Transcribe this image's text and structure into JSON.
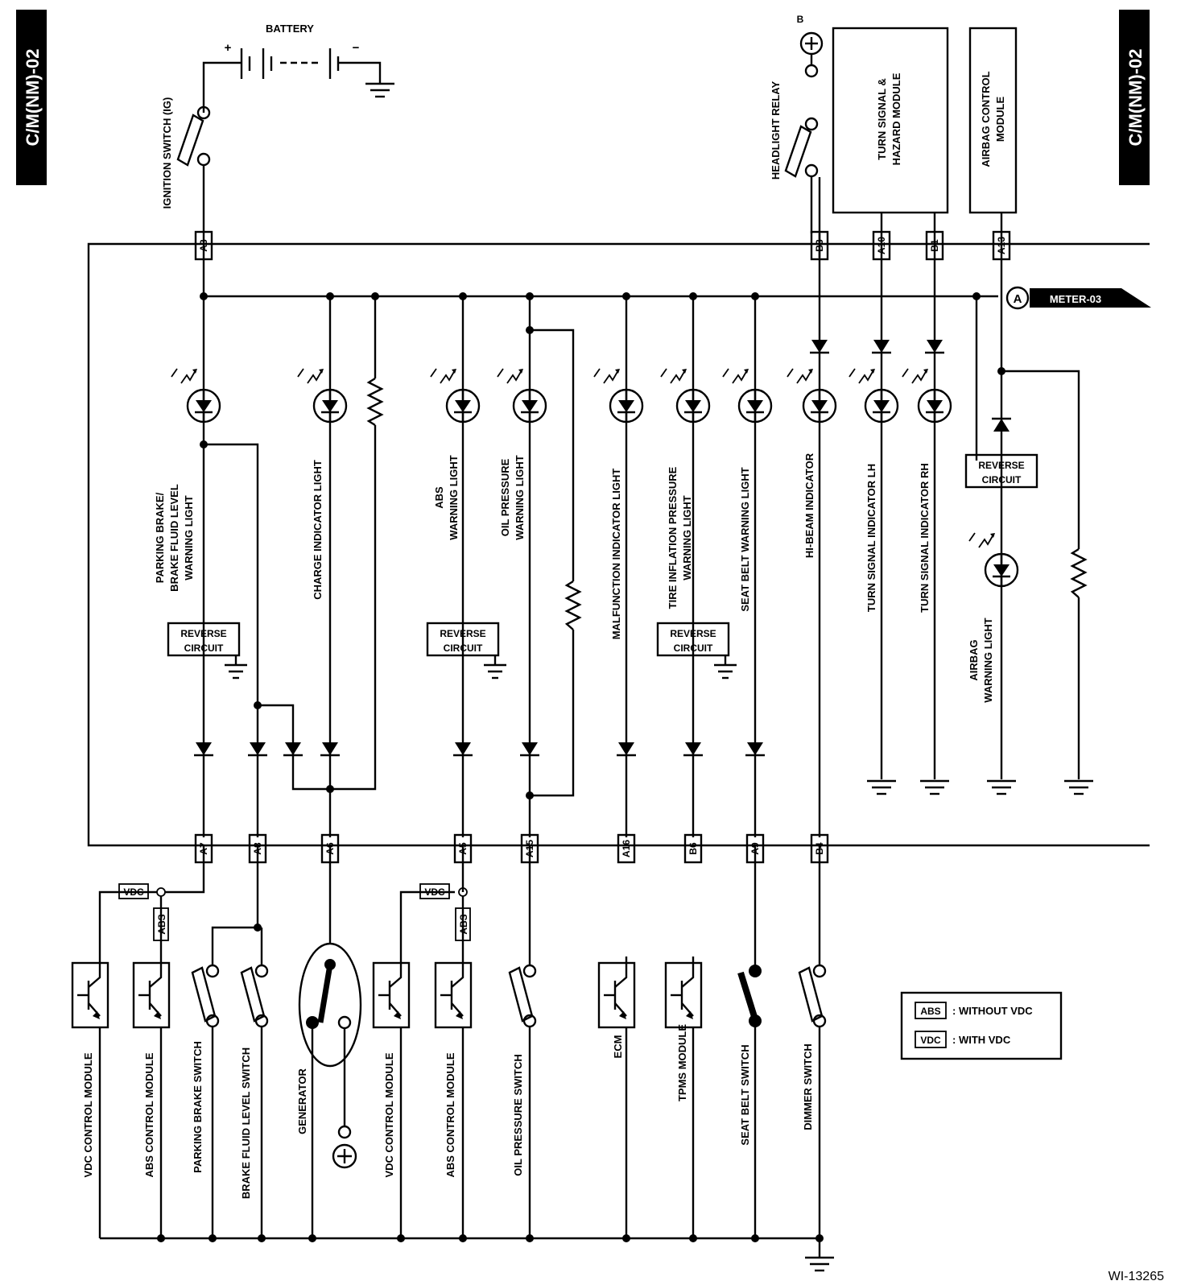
{
  "page": {
    "tab_left": "C/M(NM)-02",
    "tab_right": "C/M(NM)-02",
    "figure_id": "WI-13265"
  },
  "power": {
    "battery": "BATTERY",
    "ignition": "IGNITION SWITCH (IG)",
    "plus_sign": "+",
    "minus_sign": "−",
    "b_terminal": "B",
    "headlight_relay": "HEADLIGHT RELAY"
  },
  "modules": {
    "turn_signal": [
      "TURN SIGNAL &",
      "HAZARD MODULE"
    ],
    "airbag": [
      "AIRBAG CONTROL",
      "MODULE"
    ]
  },
  "reference": {
    "letter": "A",
    "label": "METER-03"
  },
  "connectors": {
    "top": [
      "A3",
      "B3",
      "A10",
      "B1",
      "A13"
    ],
    "bottom": [
      "A7",
      "A8",
      "A6",
      "A5",
      "A15",
      "A16",
      "B6",
      "A9",
      "B4"
    ]
  },
  "reverse_circuit": [
    "REVERSE",
    "CIRCUIT"
  ],
  "lights": [
    [
      "PARKING BRAKE/",
      "BRAKE FLUID LEVEL",
      "WARNING LIGHT"
    ],
    [
      "CHARGE INDICATOR LIGHT"
    ],
    [
      "ABS",
      "WARNING LIGHT"
    ],
    [
      "OIL PRESSURE",
      "WARNING LIGHT"
    ],
    [
      "MALFUNCTION INDICATOR LIGHT"
    ],
    [
      "TIRE INFLATION PRESSURE",
      "WARNING LIGHT"
    ],
    [
      "SEAT BELT WARNING LIGHT"
    ],
    [
      "HI-BEAM INDICATOR"
    ],
    [
      "TURN SIGNAL INDICATOR LH"
    ],
    [
      "TURN SIGNAL INDICATOR RH"
    ],
    [
      "AIRBAG",
      "WARNING LIGHT"
    ]
  ],
  "components": [
    "VDC CONTROL MODULE",
    "ABS CONTROL MODULE",
    "PARKING BRAKE SWITCH",
    "BRAKE FLUID LEVEL SWITCH",
    "GENERATOR",
    "VDC CONTROL MODULE",
    "ABS CONTROL MODULE",
    "OIL PRESSURE SWITCH",
    "ECM",
    "TPMS MODULE",
    "SEAT BELT SWITCH",
    "DIMMER SWITCH"
  ],
  "tags": {
    "vdc": "VDC",
    "abs": "ABS"
  },
  "legend": {
    "abs_tag": "ABS",
    "abs_text": ": WITHOUT VDC",
    "vdc_tag": "VDC",
    "vdc_text": ": WITH VDC"
  }
}
